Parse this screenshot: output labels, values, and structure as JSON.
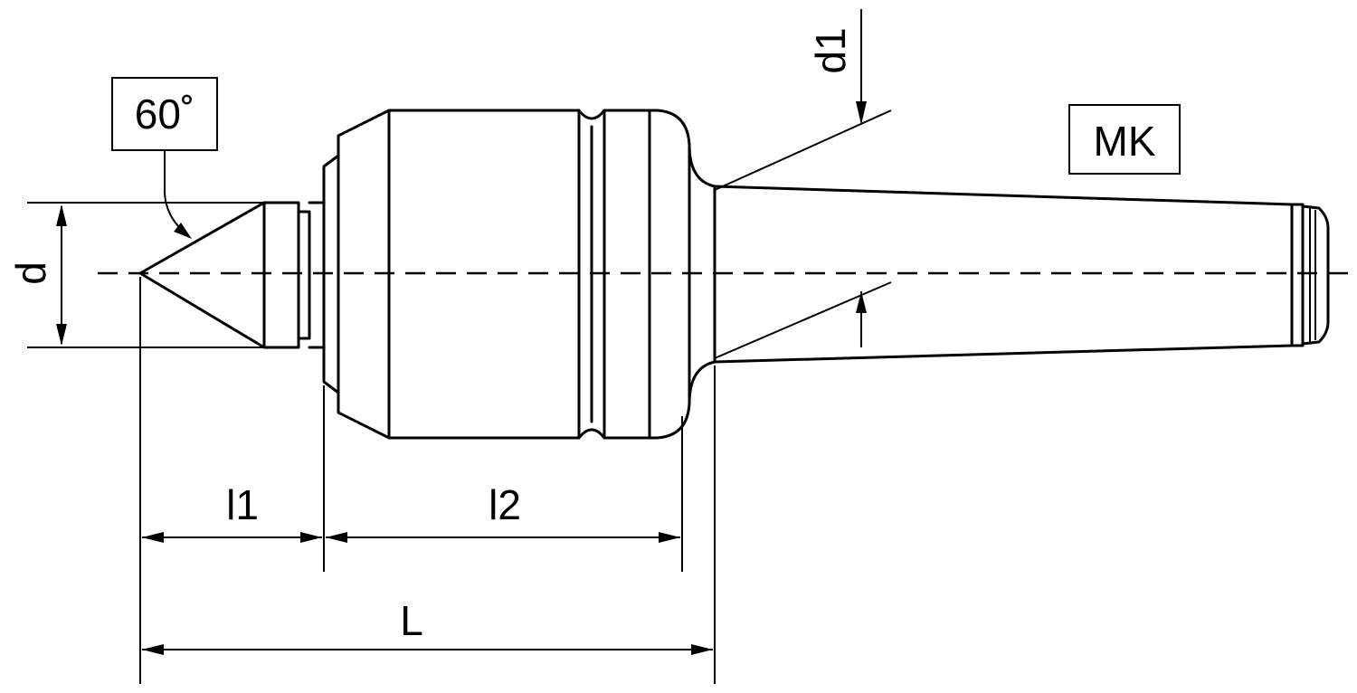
{
  "labels": {
    "angle": "60˚",
    "taper": "MK",
    "d": "d",
    "d1": "d1",
    "l1": "l1",
    "l2": "l2",
    "L": "L"
  }
}
